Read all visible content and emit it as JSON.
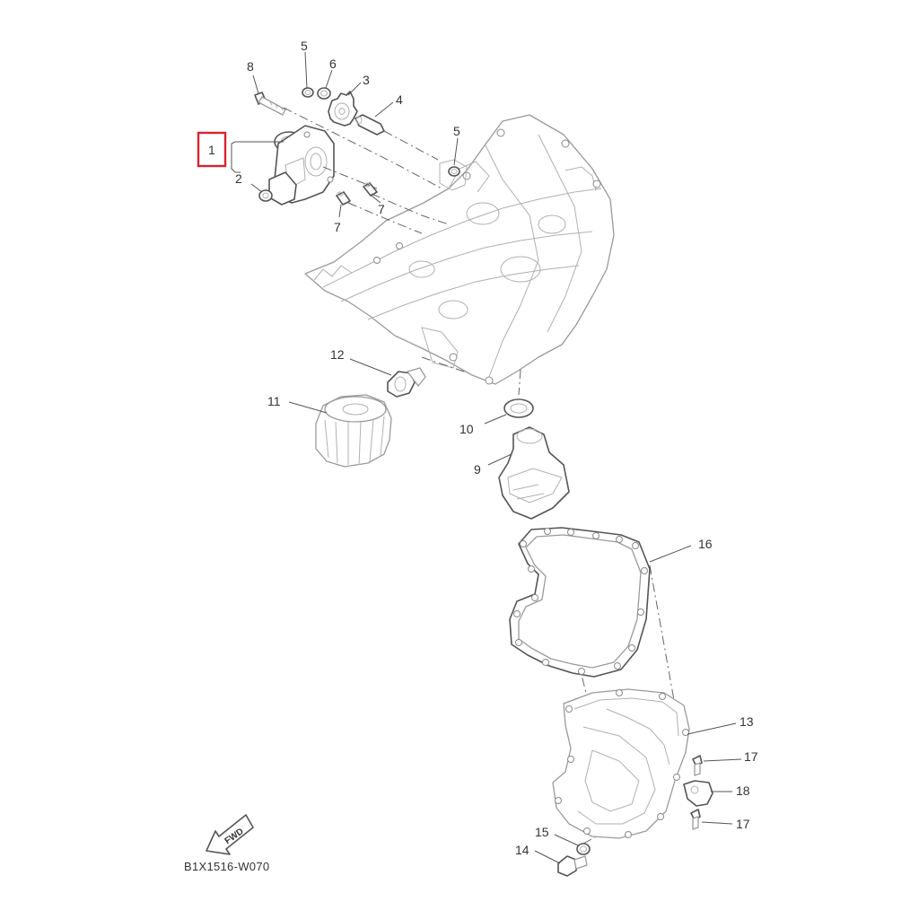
{
  "diagram": {
    "code": "B1X1516-W070",
    "direction_marker": "FWD",
    "highlight_color": "#d9232e",
    "highlighted_callout": "1",
    "callouts": {
      "c1": "1",
      "c2": "2",
      "c3": "3",
      "c4": "4",
      "c5a": "5",
      "c5b": "5",
      "c6": "6",
      "c7a": "7",
      "c7b": "7",
      "c8": "8",
      "c9": "9",
      "c10": "10",
      "c11": "11",
      "c12": "12",
      "c13": "13",
      "c14": "14",
      "c15": "15",
      "c16": "16",
      "c17a": "17",
      "c17b": "17",
      "c18": "18"
    }
  }
}
